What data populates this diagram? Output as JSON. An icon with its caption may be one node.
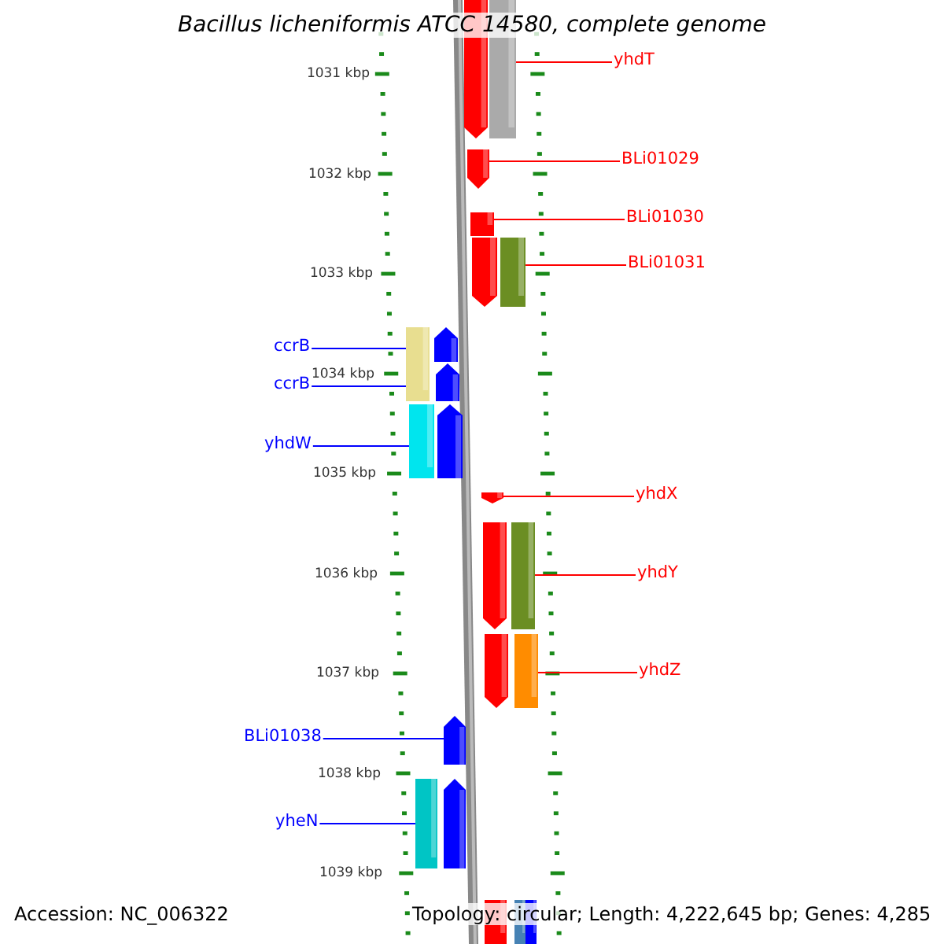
{
  "diagram": {
    "title": "Bacillus licheniformis ATCC 14580, complete genome",
    "nodes": [
      {
        "text": [],
        "shape": "box"
      },
      {
        "text": [],
        "shape": "bar"
      },
      {
        "text": [
          "yhdT"
        ]
      },
      {
        "text": [],
        "shape": "box"
      },
      {
        "text": [
          "BLi01029"
        ]
      },
      {
        "text": [],
        "shape": "box"
      },
      {
        "text": [
          "BLi01030"
        ]
      },
      {
        "text": [],
        "shape": "box"
      },
      {
        "text": [],
        "shape": "bar"
      },
      {
        "text": [
          "BLi01031"
        ]
      },
      {
        "text": [
          "ccrB"
        ]
      },
      {
        "text": [],
        "shape": "bar"
      },
      {
        "text": [],
        "shape": "box"
      },
      {
        "text": [
          "ccrB"
        ]
      },
      {
        "text": [],
        "shape": "box"
      },
      {
        "text": [
          "yhdW"
        ]
      },
      {
        "text": [],
        "shape": "bar"
      },
      {
        "text": [],
        "shape": "box"
      },
      {
        "text": [],
        "shape": "box"
      },
      {
        "text": [
          "yhdX"
        ]
      },
      {
        "text": [],
        "shape": "box"
      },
      {
        "text": [],
        "shape": "bar"
      },
      {
        "text": [
          "yhdY"
        ]
      },
      {
        "text": [],
        "shape": "box"
      },
      {
        "text": [],
        "shape": "bar"
      },
      {
        "text": [
          "yhdZ"
        ]
      },
      {
        "text": [
          "BLi01038"
        ]
      },
      {
        "text": [],
        "shape": "box"
      },
      {
        "text": [
          "yheN"
        ]
      },
      {
        "text": [],
        "shape": "bar"
      },
      {
        "text": [],
        "shape": "box"
      },
      {
        "text": [],
        "shape": "box"
      },
      {
        "text": [],
        "shape": "bar"
      },
      {
        "text": [],
        "shape": "box"
      }
    ],
    "edges": [
      {
        "from": 2,
        "to": 1,
        "arrow": "none"
      },
      {
        "from": 4,
        "to": 3,
        "arrow": "none"
      },
      {
        "from": 6,
        "to": 5,
        "arrow": "none"
      },
      {
        "from": 9,
        "to": 8,
        "arrow": "none"
      },
      {
        "from": 10,
        "to": 11,
        "arrow": "none",
        "color": "#0000ff"
      },
      {
        "from": 13,
        "to": 11,
        "arrow": "none",
        "color": "#0000ff"
      },
      {
        "from": 15,
        "to": 16,
        "arrow": "none",
        "color": "#0000ff"
      },
      {
        "from": 19,
        "to": 18,
        "arrow": "none"
      },
      {
        "from": 22,
        "to": 21,
        "arrow": "none"
      },
      {
        "from": 25,
        "to": 24,
        "arrow": "none"
      },
      {
        "from": 26,
        "to": 27,
        "arrow": "none",
        "color": "#0000ff"
      },
      {
        "from": 28,
        "to": 29,
        "arrow": "none",
        "color": "#0000ff"
      }
    ],
    "labels": [
      "1031 kbp",
      "1032 kbp",
      "1033 kbp",
      "1034 kbp",
      "1035 kbp",
      "1036 kbp",
      "1037 kbp",
      "1038 kbp",
      "1039 kbp",
      "Accession: NC_006322",
      "Topology: circular; Length: 4,222,645 bp; Genes: 4,285"
    ]
  }
}
